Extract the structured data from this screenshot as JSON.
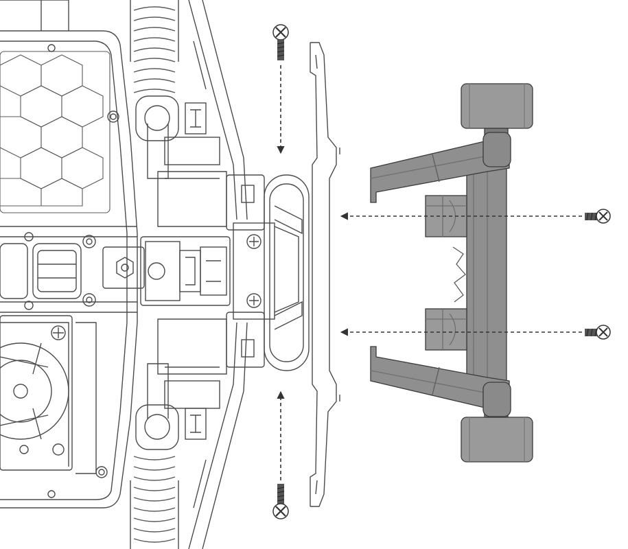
{
  "diagram": {
    "kind": "assembly-instruction",
    "labels": [],
    "parts": [
      {
        "name": "chassis-frame"
      },
      {
        "name": "bumper-mount-plate"
      },
      {
        "name": "front-roller-stay"
      },
      {
        "name": "upper-roller"
      },
      {
        "name": "lower-roller"
      }
    ],
    "fasteners": [
      {
        "name": "screw-top",
        "direction": "down"
      },
      {
        "name": "screw-bottom",
        "direction": "up"
      },
      {
        "name": "screw-right-upper",
        "direction": "left"
      },
      {
        "name": "screw-right-lower",
        "direction": "left"
      }
    ],
    "colors": {
      "line": "#4a4a4a",
      "light_line": "#8c8c8c",
      "part_fill": "#8f8f8f",
      "part_dark": "#6f6f6f",
      "roller_fill": "#9a9a9a",
      "background": "#ffffff"
    }
  }
}
